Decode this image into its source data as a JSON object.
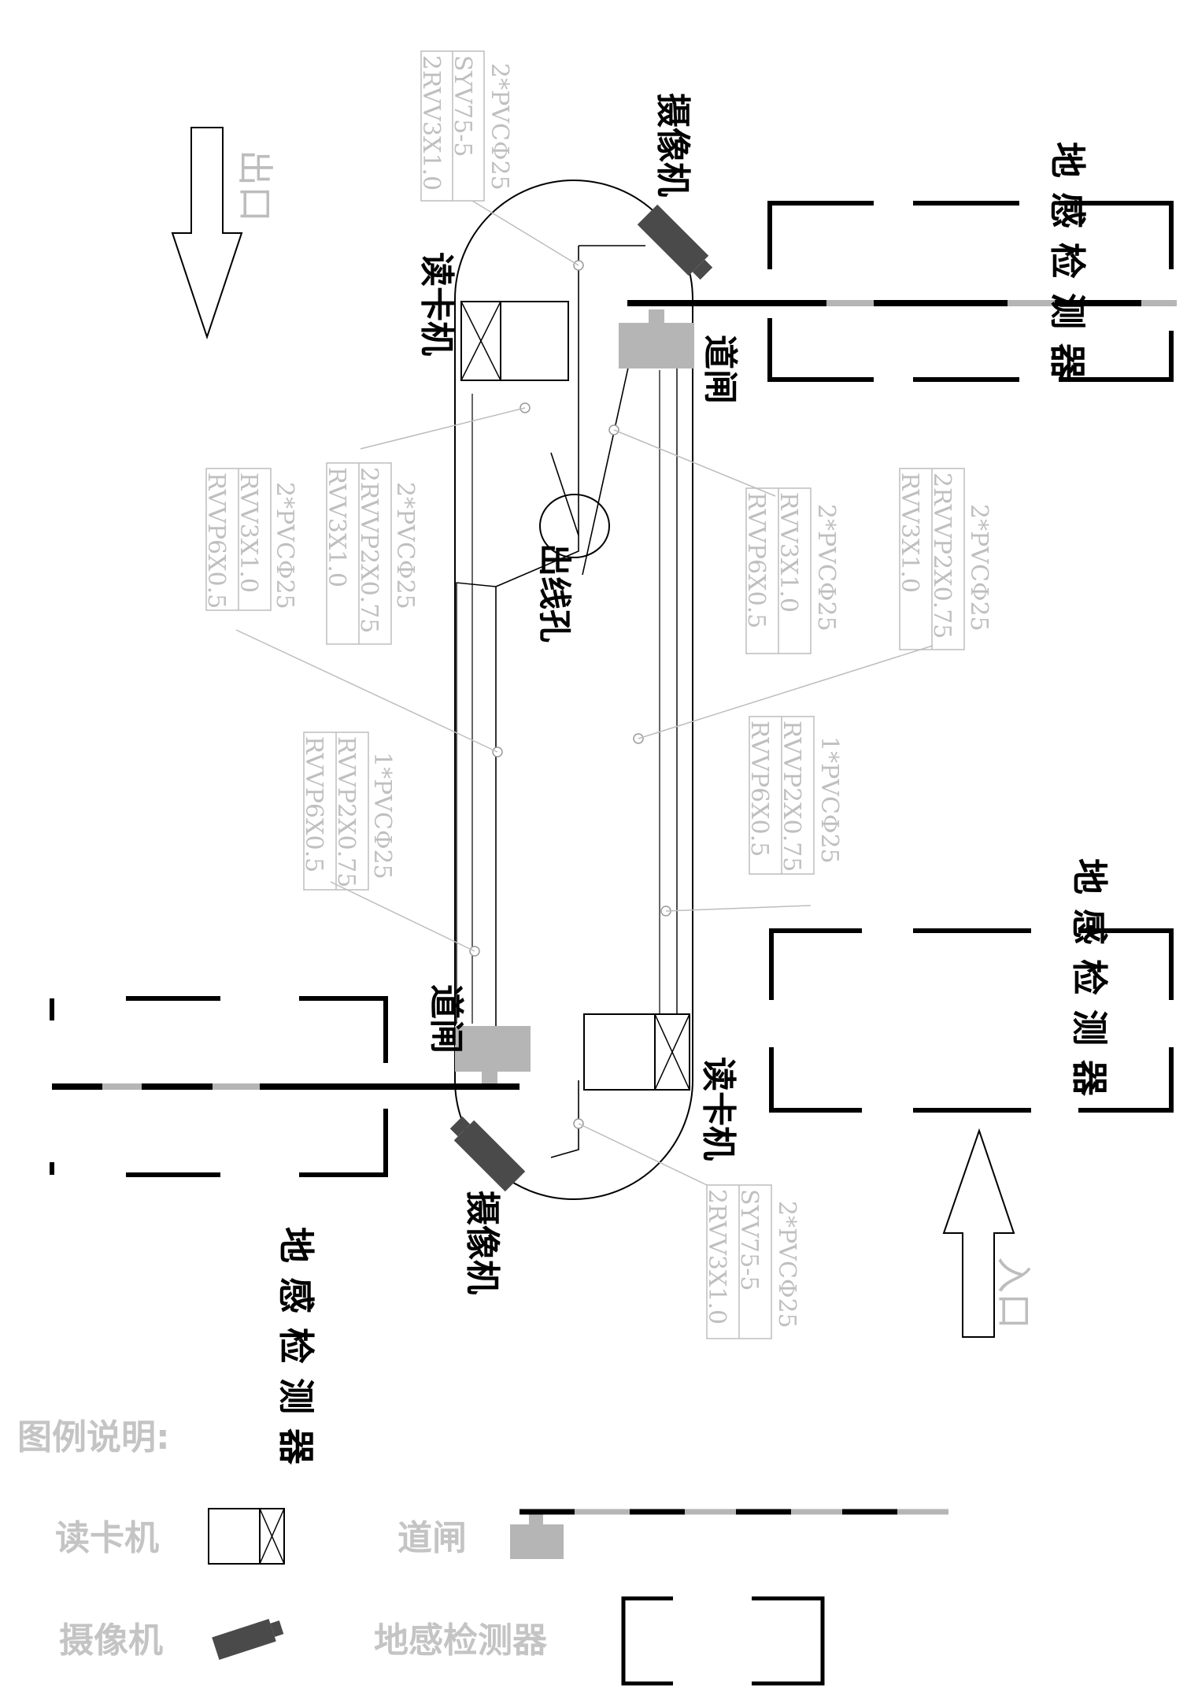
{
  "labels": {
    "exit": "出口",
    "entrance": "入口",
    "ground_sensor": "地感检测器",
    "camera": "摄像机",
    "card_reader": "读卡机",
    "barrier_gate": "道闸",
    "outlet_hole": "出线孔"
  },
  "cables": {
    "top_camera": [
      "2*PVCΦ25",
      "SYV75-5",
      "2RVV3X1.0"
    ],
    "bottom_camera": [
      "2*PVCΦ25",
      "SYV75-5",
      "2RVV3X1.0"
    ],
    "left_outer": [
      "2*PVCΦ25",
      "RVV3X1.0",
      "RVVP6X0.5"
    ],
    "left_inner": [
      "2*PVCΦ25",
      "2RVVP2X0.75",
      "RVV3X1.0"
    ],
    "left_lower": [
      "1*PVCΦ25",
      "RVVP2X0.75",
      "RVVP6X0.5"
    ],
    "right_inner": [
      "2*PVCΦ25",
      "RVV3X1.0",
      "RVVP6X0.5"
    ],
    "right_outer": [
      "2*PVCΦ25",
      "2RVVP2X0.75",
      "RVV3X1.0"
    ],
    "right_lower": [
      "1*PVCΦ25",
      "RVVP2X0.75",
      "RVVP6X0.5"
    ]
  },
  "legend": {
    "title": "图例说明:",
    "card_reader": "读卡机",
    "barrier_gate": "道闸",
    "camera": "摄像机",
    "ground_sensor": "地感检测器"
  },
  "colors": {
    "ink": "#000000",
    "grey": "#bdbdbd",
    "gate": "#b5b5b5",
    "camera": "#4a4a4a"
  }
}
